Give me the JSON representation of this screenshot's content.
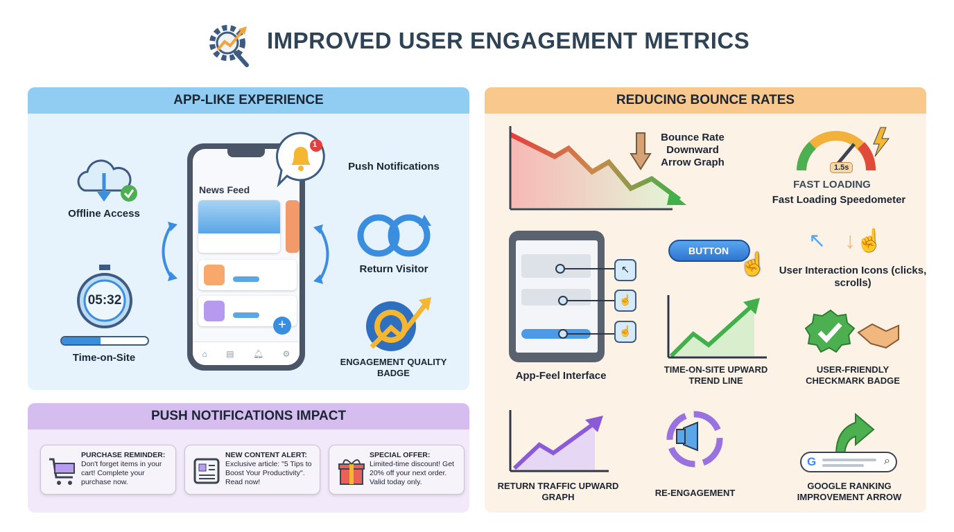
{
  "title": "IMPROVED USER ENGAGEMENT METRICS",
  "app_panel": {
    "header": "APP-LIKE EXPERIENCE",
    "offline": "Offline Access",
    "timer": "05:32",
    "time_on_site": "Time-on-Site",
    "time_progress": 0.45,
    "feed_title": "News Feed",
    "notification_count": "1",
    "push": "Push Notifications",
    "return_visitor": "Return Visitor",
    "badge": "ENGAGEMENT QUALITY BADGE"
  },
  "push_panel": {
    "header": "PUSH NOTIFICATIONS IMPACT",
    "cards": [
      {
        "icon": "cart-icon",
        "title": "PURCHASE REMINDER:",
        "body": "Don't forget items in your cart! Complete your purchase now."
      },
      {
        "icon": "newspaper-icon",
        "title": "NEW CONTENT ALERT:",
        "body": "Exclusive article: \"5 Tips to Boost Your Productivity\". Read now!"
      },
      {
        "icon": "gift-icon",
        "title": "SPECIAL OFFER:",
        "body": "Limited-time discount! Get 20% off your next order. Valid today only."
      }
    ]
  },
  "bounce_panel": {
    "header": "REDUCING BOUNCE RATES",
    "bounce_graph": "Bounce Rate Downward Arrow Graph",
    "speed_value": "1.5s",
    "fast_loading": "FAST LOADING",
    "speedometer": "Fast Loading Speedometer",
    "button_label": "BUTTON",
    "interaction": "User Interaction Icons (clicks, scrolls)",
    "app_feel": "App-Feel Interface",
    "trend": "TIME-ON-SITE UPWARD TREND LINE",
    "checkmark": "USER-FRIENDLY CHECKMARK BADGE",
    "return_traffic": "RETURN TRAFFIC UPWARD GRAPH",
    "reengagement": "RE-ENGAGEMENT",
    "google": "GOOGLE RANKING IMPROVEMENT ARROW"
  },
  "colors": {
    "blue_header": "#91cdf2",
    "blue_body": "#e7f3fc",
    "purple_header": "#d6bdf0",
    "purple_body": "#f2eafa",
    "orange_header": "#f9c88c",
    "orange_body": "#fdf2e6"
  }
}
